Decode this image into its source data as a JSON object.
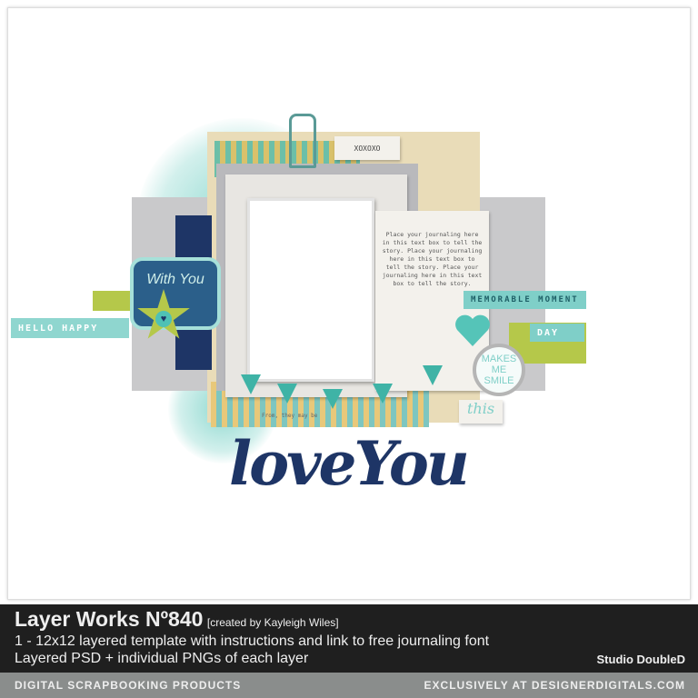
{
  "artwork": {
    "tag_text": "XOXOXO",
    "journaling": "Place your journaling here in this text box to tell the story. Place your journaling here in this text box to tell the story. Place your journaling here in this text box to tell the story.",
    "strip_left": "HELLO HAPPY",
    "strip_right_top": "MEMORABLE MOMENT",
    "strip_right_day": "DAY",
    "badge_left": "With You",
    "badge_right": "MAKES ME SMILE",
    "card_this": "this",
    "title_script": "loveYou",
    "small_text": "From, they may be"
  },
  "banner": {
    "title": "Layer Works Nº840",
    "credit": "[created by Kayleigh Wiles]",
    "line1": "1 - 12x12 layered template with instructions and link to free journaling font",
    "line2": "Layered PSD + individual PNGs of each layer",
    "brand": "Studio DoubleD",
    "footer_left": "DIGITAL SCRAPBOOKING PRODUCTS",
    "footer_right": "EXCLUSIVELY AT DESIGNERDIGITALS.COM"
  },
  "colors": {
    "teal": "#7fcfc8",
    "navy": "#1e3566",
    "lime": "#b5c84a",
    "banner": "#1f1f1f",
    "footer": "#8a8d8c"
  }
}
